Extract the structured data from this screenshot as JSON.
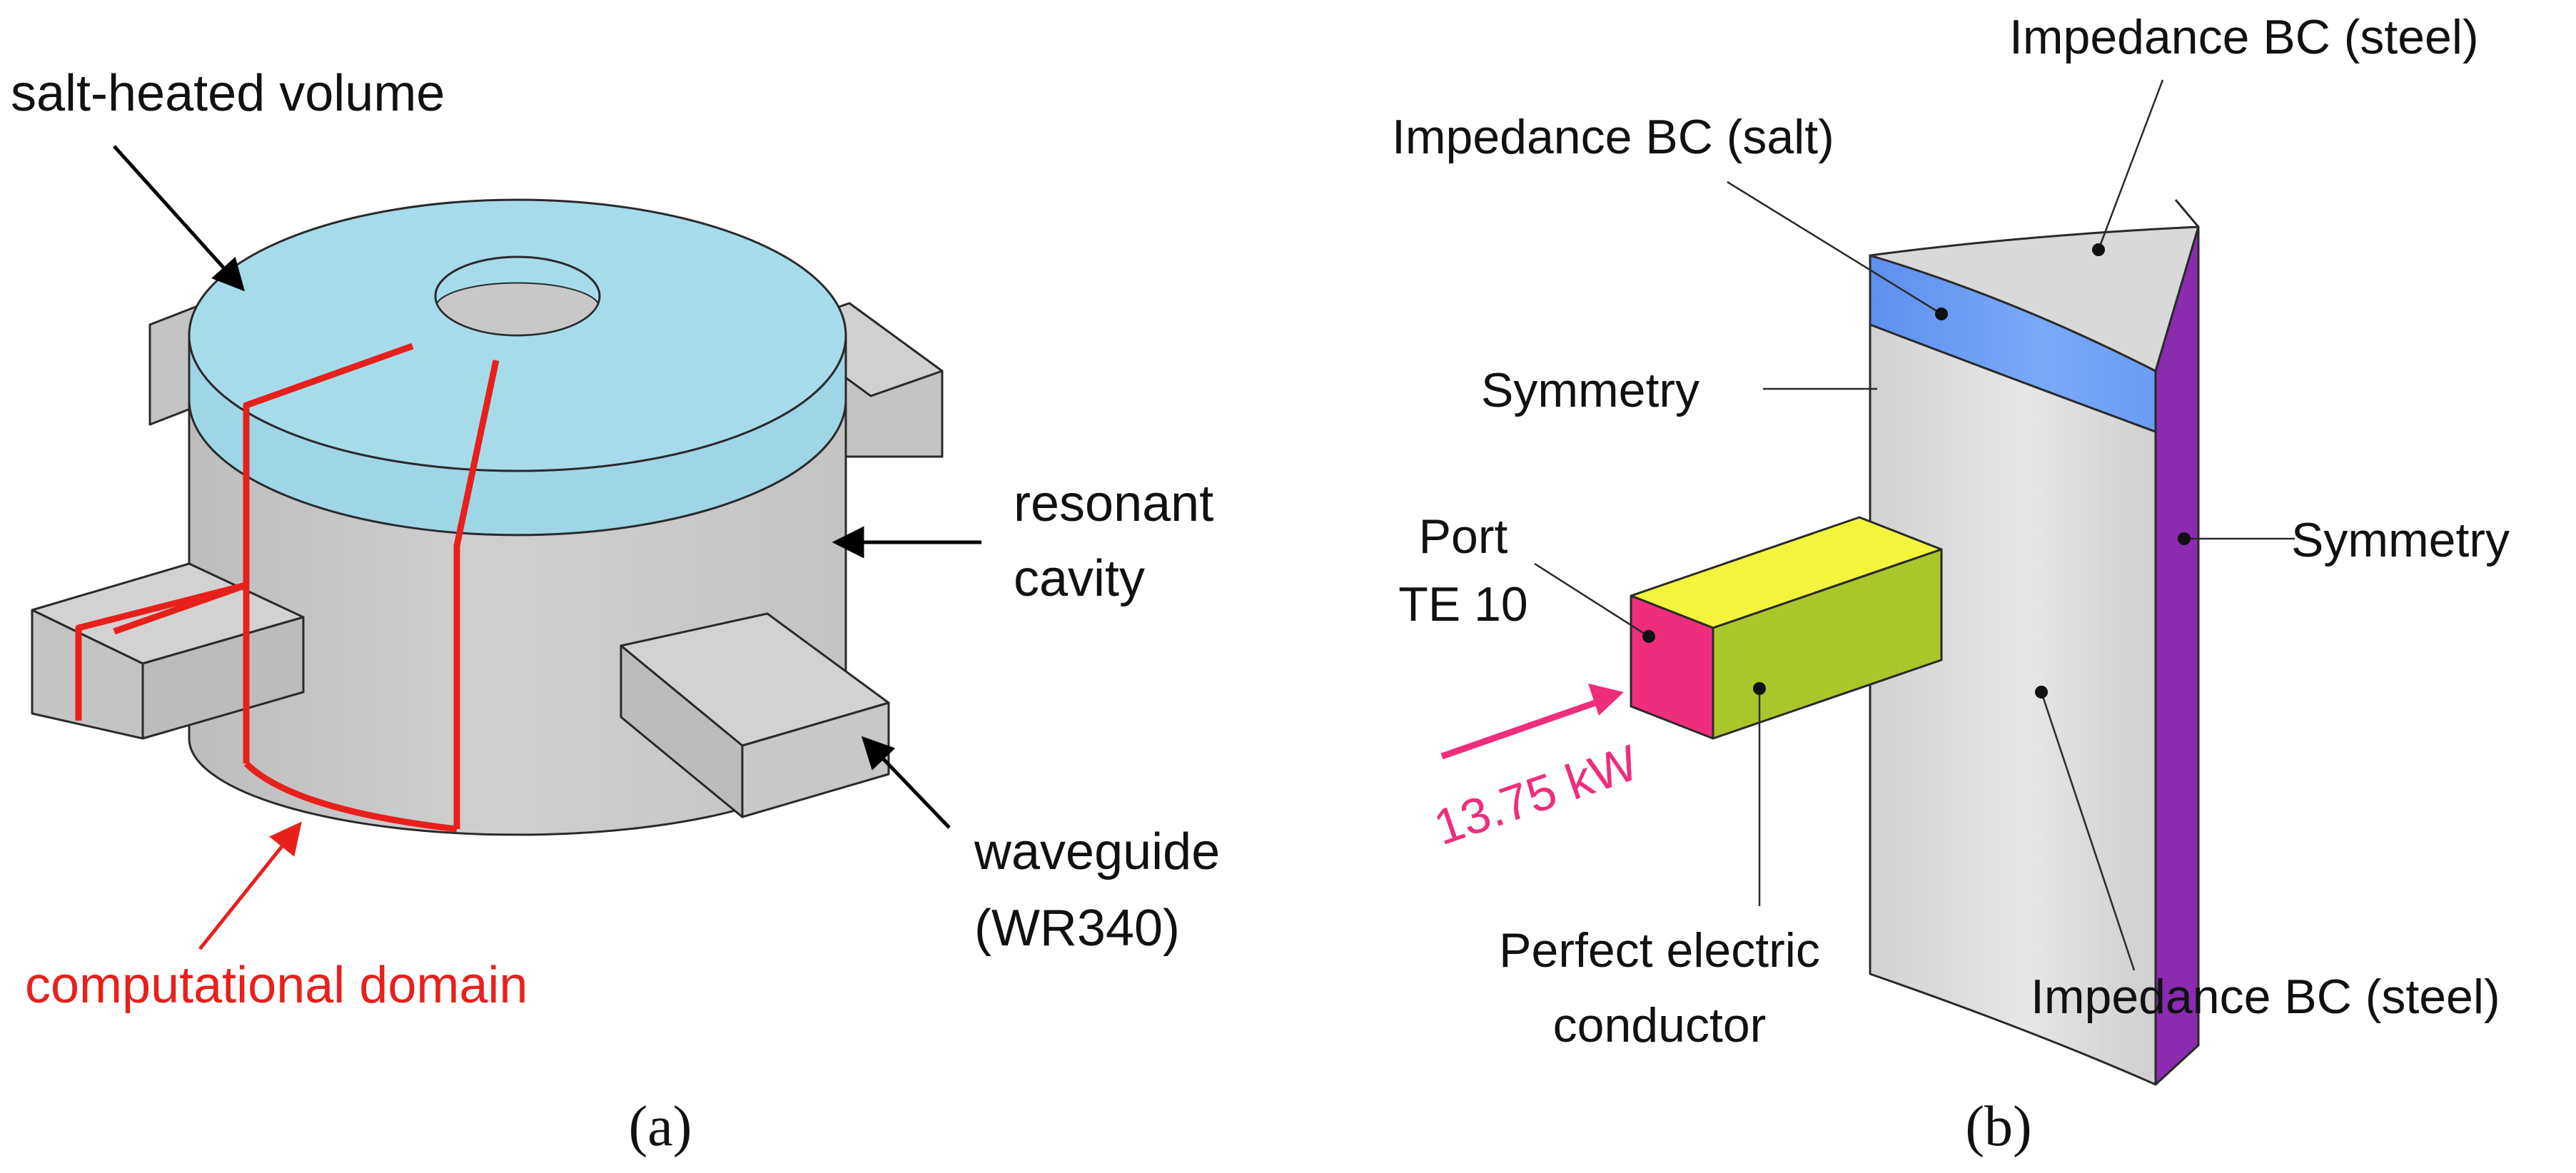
{
  "figure_a": {
    "labels": {
      "salt_volume": "salt-heated volume",
      "resonant_line1": "resonant",
      "resonant_line2": "cavity",
      "waveguide_line1": "waveguide",
      "waveguide_line2": "(WR340)",
      "domain": "computational domain"
    },
    "caption": "(a)"
  },
  "figure_b": {
    "labels": {
      "imp_steel_top": "Impedance BC (steel)",
      "imp_salt": "Impedance BC (salt)",
      "symmetry_left": "Symmetry",
      "symmetry_right": "Symmetry",
      "port_line1": "Port",
      "port_line2": "TE 10",
      "power": "13.75 kW",
      "pec_line1": "Perfect electric",
      "pec_line2": "conductor",
      "imp_steel_bottom": "Impedance BC (steel)"
    },
    "caption": "(b)"
  },
  "colors": {
    "salt": "#a6dcea",
    "steel": "#c6c6c6",
    "domain": "#e8201c",
    "impedance_salt": "#6b9cf2",
    "symmetry_face": "#8a2bb0",
    "port": "#ef2d7d",
    "waveguide_top": "#f2f53c",
    "waveguide_side": "#a9c72a",
    "power_arrow": "#ef2d7d"
  }
}
